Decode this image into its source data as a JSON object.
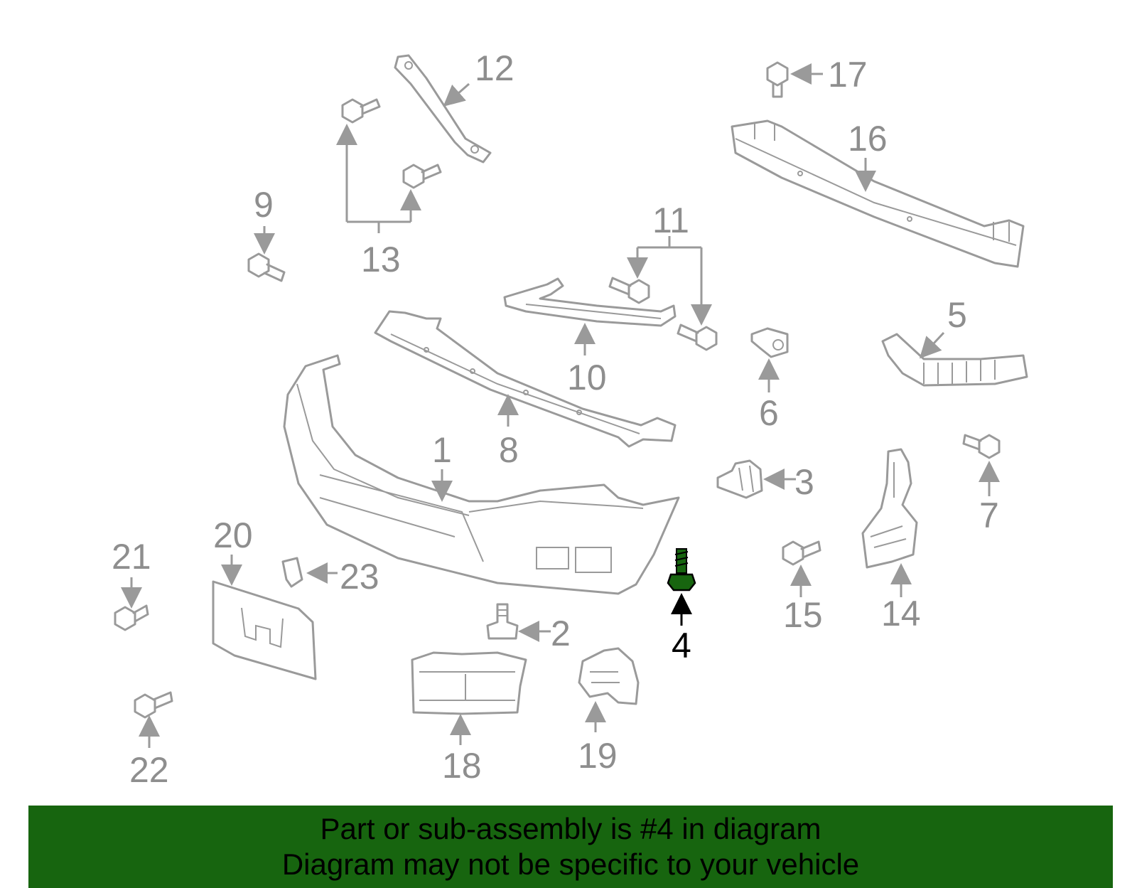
{
  "diagram": {
    "labels": {
      "p1": "1",
      "p2": "2",
      "p3": "3",
      "p4": "4",
      "p5": "5",
      "p6": "6",
      "p7": "7",
      "p8": "8",
      "p9": "9",
      "p10": "10",
      "p11": "11",
      "p12": "12",
      "p13": "13",
      "p14": "14",
      "p15": "15",
      "p16": "16",
      "p17": "17",
      "p18": "18",
      "p19": "19",
      "p20": "20",
      "p21": "21",
      "p22": "22",
      "p23": "23"
    },
    "highlighted_part": "4",
    "colors": {
      "line": "#9a9a9a",
      "highlight": "#17650f",
      "label": "#8e8e8e"
    }
  },
  "footer": {
    "line1": "Part or sub-assembly is #4 in diagram",
    "line2": "Diagram may not be specific to your vehicle",
    "background": "#17650f"
  }
}
